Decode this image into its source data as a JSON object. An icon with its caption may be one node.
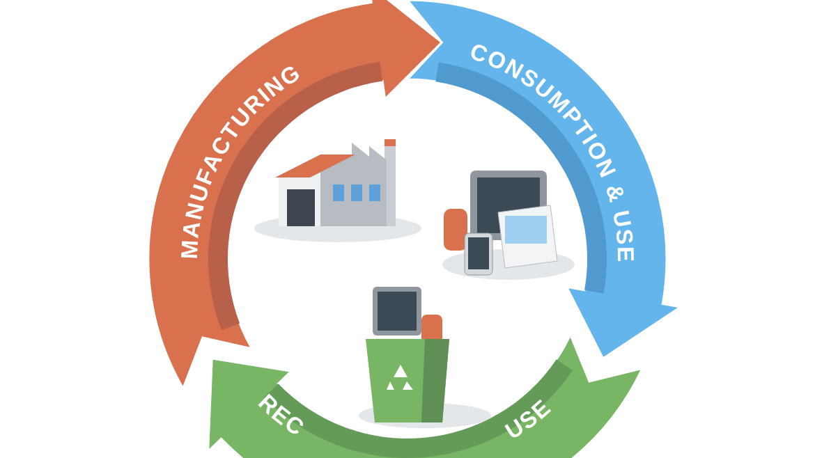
{
  "diagram": {
    "nodes": [
      {
        "text": [
          "MANUFACTURING"
        ]
      },
      {
        "text": [
          "CONSUMPTION & USE"
        ]
      },
      {
        "text": [
          "REC",
          "USE"
        ]
      },
      {
        "text": [],
        "shape": "picture"
      },
      {
        "text": [],
        "shape": "picture"
      },
      {
        "text": [],
        "shape": "picture"
      }
    ]
  }
}
